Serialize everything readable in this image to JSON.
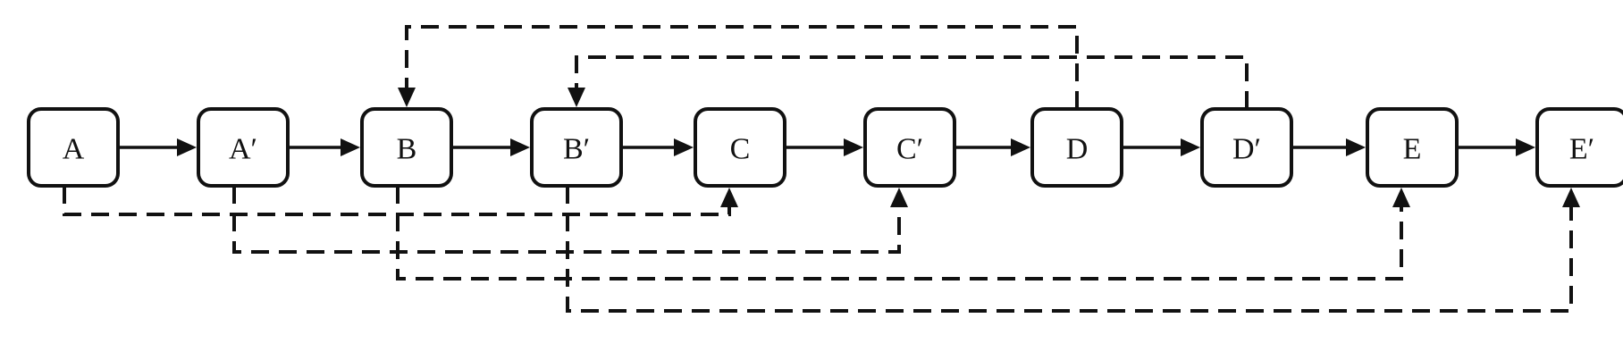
{
  "nodes": [
    {
      "id": "A",
      "label": "A"
    },
    {
      "id": "A2",
      "label": "A′"
    },
    {
      "id": "B",
      "label": "B"
    },
    {
      "id": "B2",
      "label": "B′"
    },
    {
      "id": "C",
      "label": "C"
    },
    {
      "id": "C2",
      "label": "C′"
    },
    {
      "id": "D",
      "label": "D"
    },
    {
      "id": "D2",
      "label": "D′"
    },
    {
      "id": "E",
      "label": "E"
    },
    {
      "id": "E2",
      "label": "E′"
    }
  ],
  "sequence_edges": [
    {
      "from": "A",
      "to": "A2"
    },
    {
      "from": "A2",
      "to": "B"
    },
    {
      "from": "B",
      "to": "B2"
    },
    {
      "from": "B2",
      "to": "C"
    },
    {
      "from": "C",
      "to": "C2"
    },
    {
      "from": "C2",
      "to": "D"
    },
    {
      "from": "D",
      "to": "D2"
    },
    {
      "from": "D2",
      "to": "E"
    },
    {
      "from": "E",
      "to": "E2"
    }
  ],
  "dependency_edges": [
    {
      "from": "A",
      "to": "C"
    },
    {
      "from": "A2",
      "to": "C2"
    },
    {
      "from": "B",
      "to": "E"
    },
    {
      "from": "B2",
      "to": "E2"
    },
    {
      "from": "D",
      "to": "B"
    },
    {
      "from": "D2",
      "to": "B2"
    }
  ],
  "colors": {
    "stroke": "#111111",
    "box_fill": "#ffffff",
    "background": "#ffffff"
  }
}
